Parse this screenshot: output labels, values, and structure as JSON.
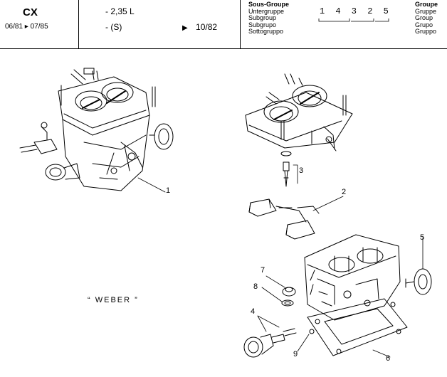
{
  "header": {
    "model": "CX",
    "dates": "06/81 ▸ 07/85",
    "engine": "- 2,35 L",
    "variant": "- (S)",
    "bulletin_arrow": "▶",
    "bulletin": "10/82",
    "subgroup_labels": [
      "Sous-Groupe",
      "Untergruppe",
      "Subgroup",
      "Subgrupo",
      "Sottogruppo"
    ],
    "code": "1 4 3  2 5",
    "group_labels": [
      "Groupe",
      "Gruppe",
      "Group",
      "Grupo",
      "Gruppo"
    ]
  },
  "diagram": {
    "brand_label": "“ WEBER ”",
    "callouts": [
      "1",
      "2",
      "3",
      "4",
      "5",
      "6",
      "7",
      "8",
      "9"
    ]
  }
}
